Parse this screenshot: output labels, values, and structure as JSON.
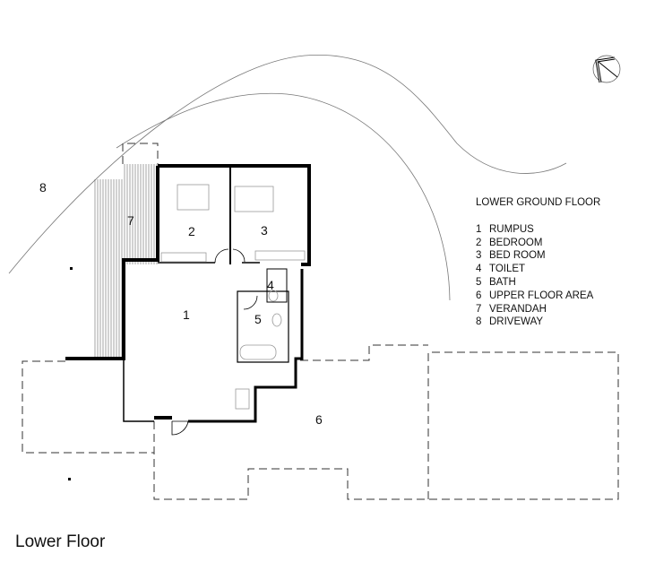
{
  "plan": {
    "title": "Lower Floor",
    "legend_title": "LOWER GROUND FLOOR",
    "rooms": [
      {
        "num": "1",
        "name": "RUMPUS"
      },
      {
        "num": "2",
        "name": "BEDROOM"
      },
      {
        "num": "3",
        "name": "BED ROOM"
      },
      {
        "num": "4",
        "name": "TOILET"
      },
      {
        "num": "5",
        "name": "BATH"
      },
      {
        "num": "6",
        "name": "UPPER FLOOR AREA"
      },
      {
        "num": "7",
        "name": "VERANDAH"
      },
      {
        "num": "8",
        "name": "DRIVEWAY"
      }
    ],
    "north_icon": "north-arrow-icon"
  }
}
